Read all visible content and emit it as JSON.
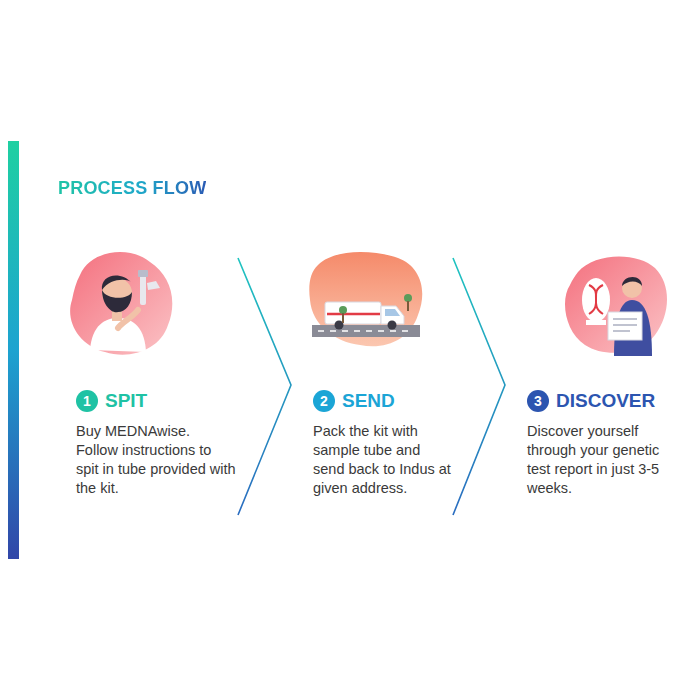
{
  "diagram": {
    "title": "PROCESS FLOW",
    "nodes": [
      {
        "text": [
          "1",
          "SPIT",
          "Buy MEDNAwise. Follow instructions to spit in tube provided with the kit."
        ]
      },
      {
        "text": [
          "2",
          "SEND",
          "Pack the kit with sample tube and send back to Indus at given address."
        ]
      },
      {
        "text": [
          "3",
          "DISCOVER",
          "Discover yourself through your genetic test report in just 3-5 weeks."
        ]
      }
    ],
    "edges": [
      {
        "from": 0,
        "to": 1,
        "arrow": "to"
      },
      {
        "from": 1,
        "to": 2,
        "arrow": "to"
      }
    ]
  }
}
